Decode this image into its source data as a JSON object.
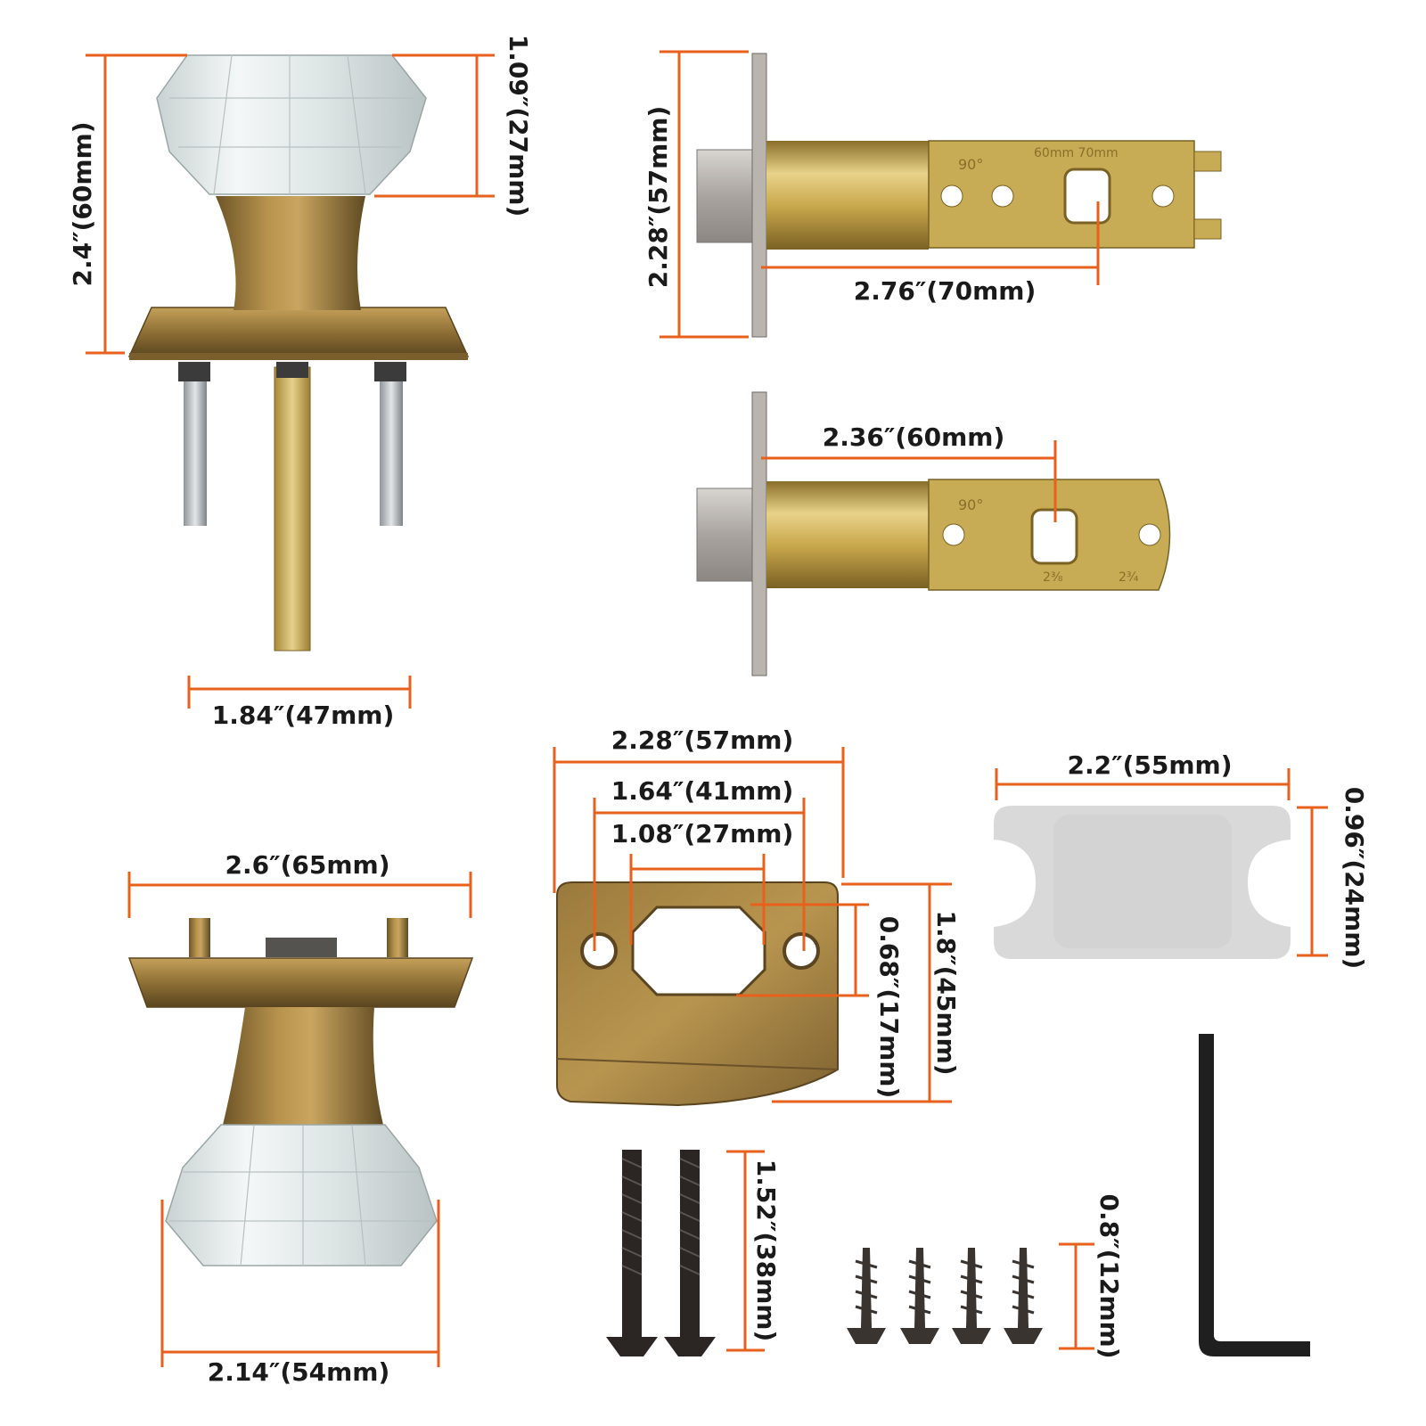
{
  "colors": {
    "dimension_line": "#e8611c",
    "brass": "#a8874a",
    "brass_dark": "#6e5527",
    "latch_gold": "#c9a84c",
    "glass": "#e6ecec",
    "bolt_nickel": "#b5b0ab",
    "spacer_gray": "#d9d9d9",
    "screw_black": "#2b2623"
  },
  "labels": {
    "knob_height": "2.4″(60mm)",
    "glass_height": "1.09″(27mm)",
    "spindle_spacing": "1.84″(47mm)",
    "rose_diameter": "2.6″(65mm)",
    "glass_diameter": "2.14″(54mm)",
    "faceplate_height": "2.28″(57mm)",
    "backset_70": "2.76″(70mm)",
    "backset_60": "2.36″(60mm)",
    "strike_width": "2.28″(57mm)",
    "strike_hole_spacing": "1.64″(41mm)",
    "strike_opening_width": "1.08″(27mm)",
    "strike_opening_height": "0.68″(17mm)",
    "strike_height": "1.8″(45mm)",
    "spacer_width": "2.2″(55mm)",
    "spacer_height": "0.96″(24mm)",
    "long_screw_length": "1.52″(38mm)",
    "short_screw_length": "0.8″(12mm)"
  },
  "latch_markings": {
    "backset_text": "60mm 70mm",
    "angle_text": "90°",
    "fraction_a": "2¾",
    "fraction_b": "2⅜"
  }
}
